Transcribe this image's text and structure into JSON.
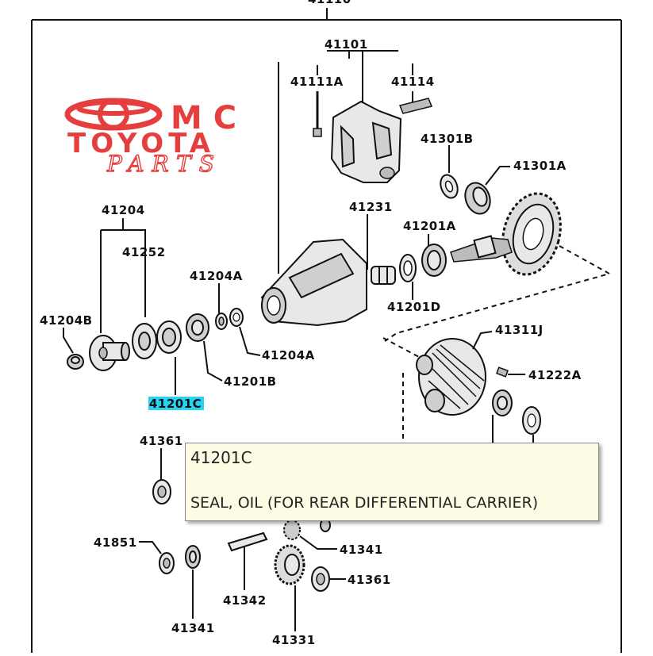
{
  "watermark": {
    "brand_top": "MC",
    "brand_main": "TOYOTA",
    "brand_sub": "PARTS",
    "color": "#e53e3e"
  },
  "diagram": {
    "top_partial_label": "41110",
    "labels": {
      "p41101": "41101",
      "p41111A": "41111A",
      "p41114": "41114",
      "p41301B": "41301B",
      "p41301A": "41301A",
      "p41204": "41204",
      "p41252": "41252",
      "p41231": "41231",
      "p41201A": "41201A",
      "p41204A_top": "41204A",
      "p41204B": "41204B",
      "p41204A_bottom": "41204A",
      "p41201D": "41201D",
      "p41311J": "41311J",
      "p41201B": "41201B",
      "p41201C": "41201C",
      "p41222A": "41222A",
      "p41361_left": "41361",
      "p41851": "41851",
      "p41341_right": "41341",
      "p41361_right": "41361",
      "p41342": "41342",
      "p41341_bottom": "41341",
      "p41331": "41331"
    },
    "highlight_color": "#27d3f1"
  },
  "tooltip": {
    "code": "41201C",
    "description": "SEAL, OIL (FOR REAR DIFFERENTIAL CARRIER)"
  }
}
